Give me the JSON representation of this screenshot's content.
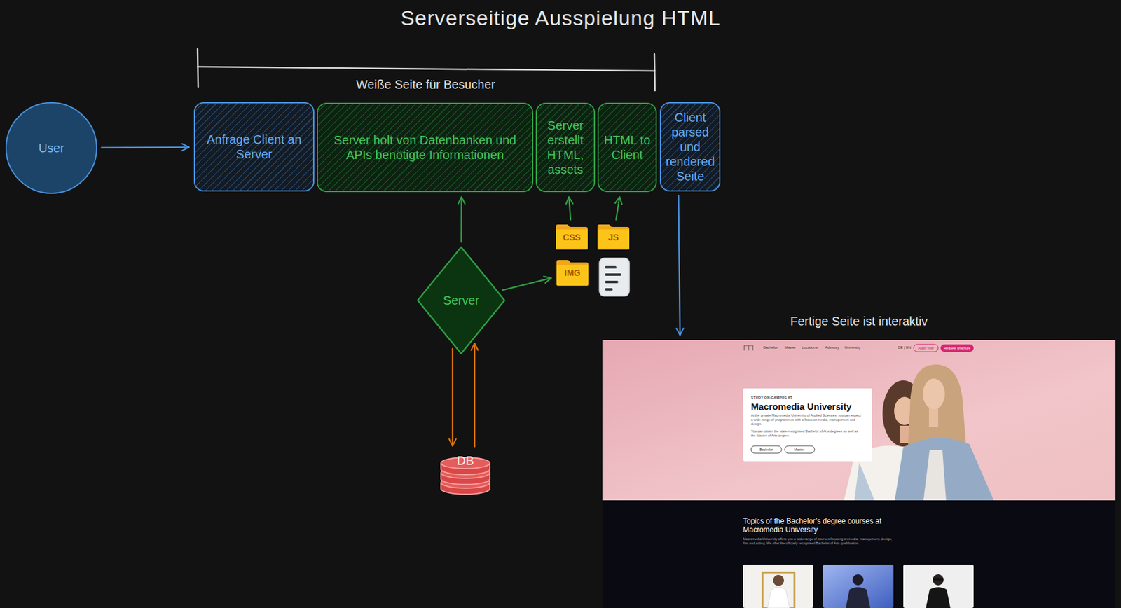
{
  "diagram": {
    "title": "Serverseitige Ausspielung HTML",
    "nodes": [
      {
        "text": [
          "User"
        ]
      },
      {
        "text": [
          "Anfrage Client an Server"
        ]
      },
      {
        "text": [
          "Server holt von Datenbanken und APIs benötigte Informationen"
        ]
      },
      {
        "text": [
          "Server erstellt HTML, assets"
        ]
      },
      {
        "text": [
          "HTML to Client"
        ]
      },
      {
        "text": [
          "Client parsed und rendered Seite"
        ]
      },
      {
        "text": [
          "Server"
        ]
      },
      {
        "text": [
          "CSS"
        ]
      },
      {
        "text": [
          "JS"
        ]
      },
      {
        "text": [
          "IMG"
        ]
      },
      {
        "text": [
          "DB"
        ]
      },
      {
        "text": [
          "Fertige Seite ist interaktiv"
        ]
      }
    ],
    "edges": [
      {
        "from": 0,
        "to": 1,
        "arrow": "to"
      },
      {
        "from": 6,
        "to": 2,
        "arrow": "to"
      },
      {
        "from": 6,
        "to": 9,
        "arrow": "to"
      },
      {
        "from": 7,
        "to": 3,
        "arrow": "to"
      },
      {
        "from": 8,
        "to": 4,
        "arrow": "to"
      },
      {
        "from": 6,
        "to": 10,
        "arrow": "to"
      },
      {
        "from": 10,
        "to": 6,
        "arrow": "to"
      },
      {
        "from": 5,
        "to": 11,
        "arrow": "to"
      }
    ],
    "labels": [
      "Weiße Seite für Besucher",
      "Bachelor",
      "Master",
      "Locations",
      "Advisory",
      "University",
      "DE | EN",
      "Apply now",
      "Request brochure",
      "STUDY ON-CAMPUS AT",
      "Macromedia University",
      "At the private Macromedia University of Applied Sciences, you can expect a wide range of programmes with a focus on media, management and design.",
      "You can obtain the state-recognised Bachelor of Arts degrees as well as the Master of Arts degree.",
      "Bachelor",
      "Master",
      "Topics of the Bachelor’s degree courses at Macromedia University",
      "Macromedia University offers you a wide range of courses focusing on media, management, design, film and acting. We offer the officially recognised Bachelor of Arts qualification."
    ]
  }
}
